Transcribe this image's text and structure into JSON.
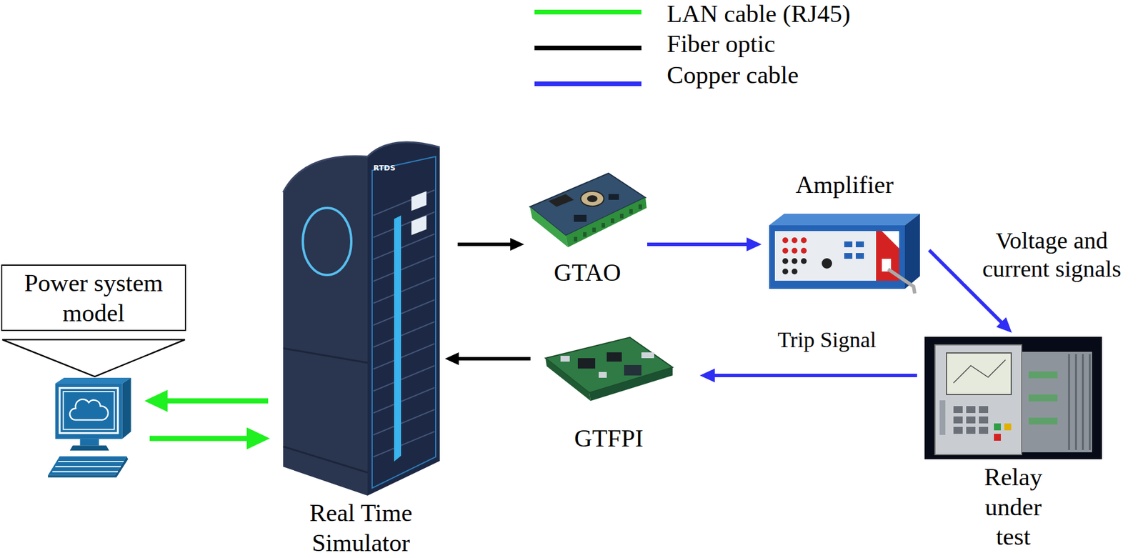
{
  "diagram": {
    "nodes": [
      {
        "text": [
          "Power system model"
        ]
      },
      {
        "text": [
          "Real Time Simulator"
        ]
      },
      {
        "text": [
          "GTAO"
        ]
      },
      {
        "text": [
          "Amplifier"
        ]
      },
      {
        "text": [
          "Relay under test"
        ]
      },
      {
        "text": [
          "GTFPI"
        ]
      }
    ],
    "edges": [
      {
        "from": 1,
        "to": 0,
        "arrow": "to"
      },
      {
        "from": 0,
        "to": 1,
        "arrow": "to"
      },
      {
        "from": 1,
        "to": 2,
        "arrow": "to"
      },
      {
        "from": 2,
        "to": 3,
        "arrow": "to"
      },
      {
        "from": 3,
        "to": 4,
        "label": "Voltage and current signals",
        "arrow": "to"
      },
      {
        "from": 4,
        "to": 5,
        "label": "Trip Signal",
        "arrow": "to"
      },
      {
        "from": 5,
        "to": 1,
        "arrow": "to"
      }
    ],
    "labels": [
      "RTDS"
    ],
    "legend": [
      {
        "text": "LAN cable (RJ45)",
        "color": "#1ff01f"
      },
      {
        "text": "Fiber optic",
        "color": "#000000"
      },
      {
        "text": "Copper cable",
        "color": "#2e2ef5"
      }
    ]
  }
}
